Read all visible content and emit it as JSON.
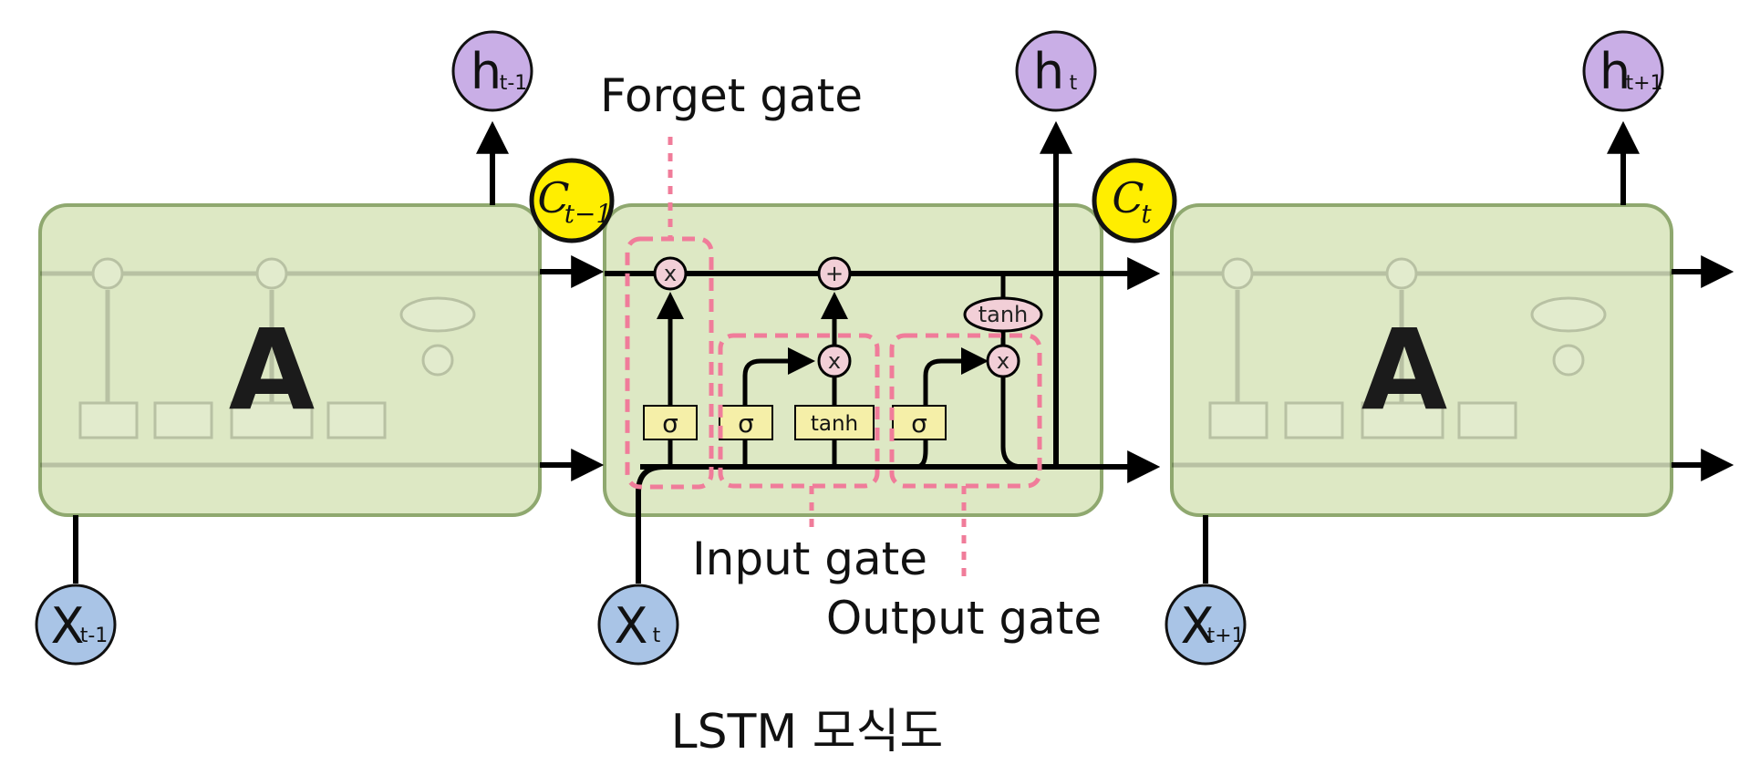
{
  "cells": {
    "left_label": "A",
    "right_label": "A"
  },
  "outputs": [
    {
      "main": "h",
      "sub": "t-1"
    },
    {
      "main": "h",
      "sub": "t"
    },
    {
      "main": "h",
      "sub": "t+1"
    }
  ],
  "inputs": [
    {
      "main": "X",
      "sub": "t-1"
    },
    {
      "main": "X",
      "sub": "t"
    },
    {
      "main": "X",
      "sub": "t+1"
    }
  ],
  "cell_states": [
    {
      "main": "C",
      "sub": "t−1"
    },
    {
      "main": "C",
      "sub": "t"
    }
  ],
  "gates": {
    "forget": "Forget gate",
    "input": "Input gate",
    "output": "Output gate"
  },
  "ops": {
    "multiply": "x",
    "add": "+",
    "sigma": "σ",
    "tanh": "tanh"
  },
  "caption": "LSTM 모식도",
  "colors": {
    "cell_fill": "#dde8c4",
    "cell_stroke": "#8fa86f",
    "output_node": "#c9aee6",
    "input_node": "#a9c4e6",
    "cell_state_node": "#ffee00",
    "gate_box": "#f5efa8",
    "op_node": "#f2cfd7",
    "gate_outline": "#f07c9a"
  }
}
